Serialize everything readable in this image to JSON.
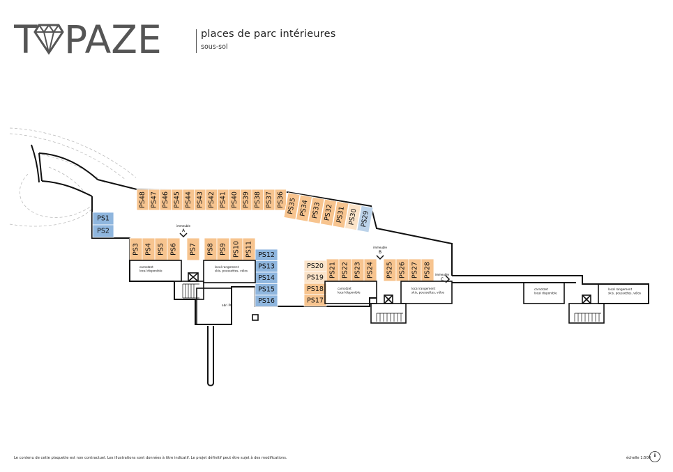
{
  "header": {
    "brand_left": "T",
    "brand_right": "PAZE",
    "title": "places de parc intérieures",
    "subtitle": "sous-sol"
  },
  "colors": {
    "orange": "#f7c48f",
    "orange_light": "#fbe3c8",
    "blue": "#8fb6de",
    "blue_light": "#bcd3ea",
    "wall": "#111111",
    "logo": "#555555"
  },
  "spaces_top": [
    "PS48",
    "PS47",
    "PS46",
    "PS45",
    "PS44",
    "PS43",
    "PS42",
    "PS41",
    "PS40",
    "PS39",
    "PS38",
    "PS37",
    "PS36"
  ],
  "spaces_angled": [
    "PS35",
    "PS34",
    "PS33",
    "PS32",
    "PS31",
    "PS30",
    "PS29"
  ],
  "spaces_left_blue": [
    "PS1",
    "PS2"
  ],
  "spaces_mid": [
    "PS3",
    "PS4",
    "PS5",
    "PS6",
    "PS7",
    "PS8",
    "PS9",
    "PS10",
    "PS11"
  ],
  "spaces_blue_col": [
    "PS12",
    "PS13",
    "PS14",
    "PS15",
    "PS16"
  ],
  "spaces_orange_col": [
    "PS20",
    "PS19",
    "PS18",
    "PS17"
  ],
  "spaces_right": [
    "PS21",
    "PS22",
    "PS23",
    "PS24",
    "PS25",
    "PS26",
    "PS27",
    "PS28"
  ],
  "rooms": [
    {
      "id": "r1",
      "line1": "carnotzet",
      "line2": "local disponible"
    },
    {
      "id": "r2",
      "line1": "local rangement",
      "line2": "skis, poussettes, vélos"
    },
    {
      "id": "r3",
      "line1": "abri PC",
      "line2": ""
    },
    {
      "id": "r4",
      "line1": "carnotzet",
      "line2": "local disponible"
    },
    {
      "id": "r5",
      "line1": "local rangement",
      "line2": "skis, poussettes, vélos"
    },
    {
      "id": "r6",
      "line1": "carnotzet",
      "line2": "local disponible"
    },
    {
      "id": "r7",
      "line1": "local rangement",
      "line2": "skis, poussettes, vélos"
    }
  ],
  "entrances": [
    {
      "label": "immeuble",
      "letter": "A"
    },
    {
      "label": "immeuble",
      "letter": "B"
    },
    {
      "label": "immeuble",
      "letter": "C"
    }
  ],
  "footer": {
    "disclaimer": "Le contenu de cette plaquette est non contractuel. Les illustrations sont données à titre indicatif. Le projet définitif peut être sujet à des modifications.",
    "scale": "échelle 1:500"
  }
}
